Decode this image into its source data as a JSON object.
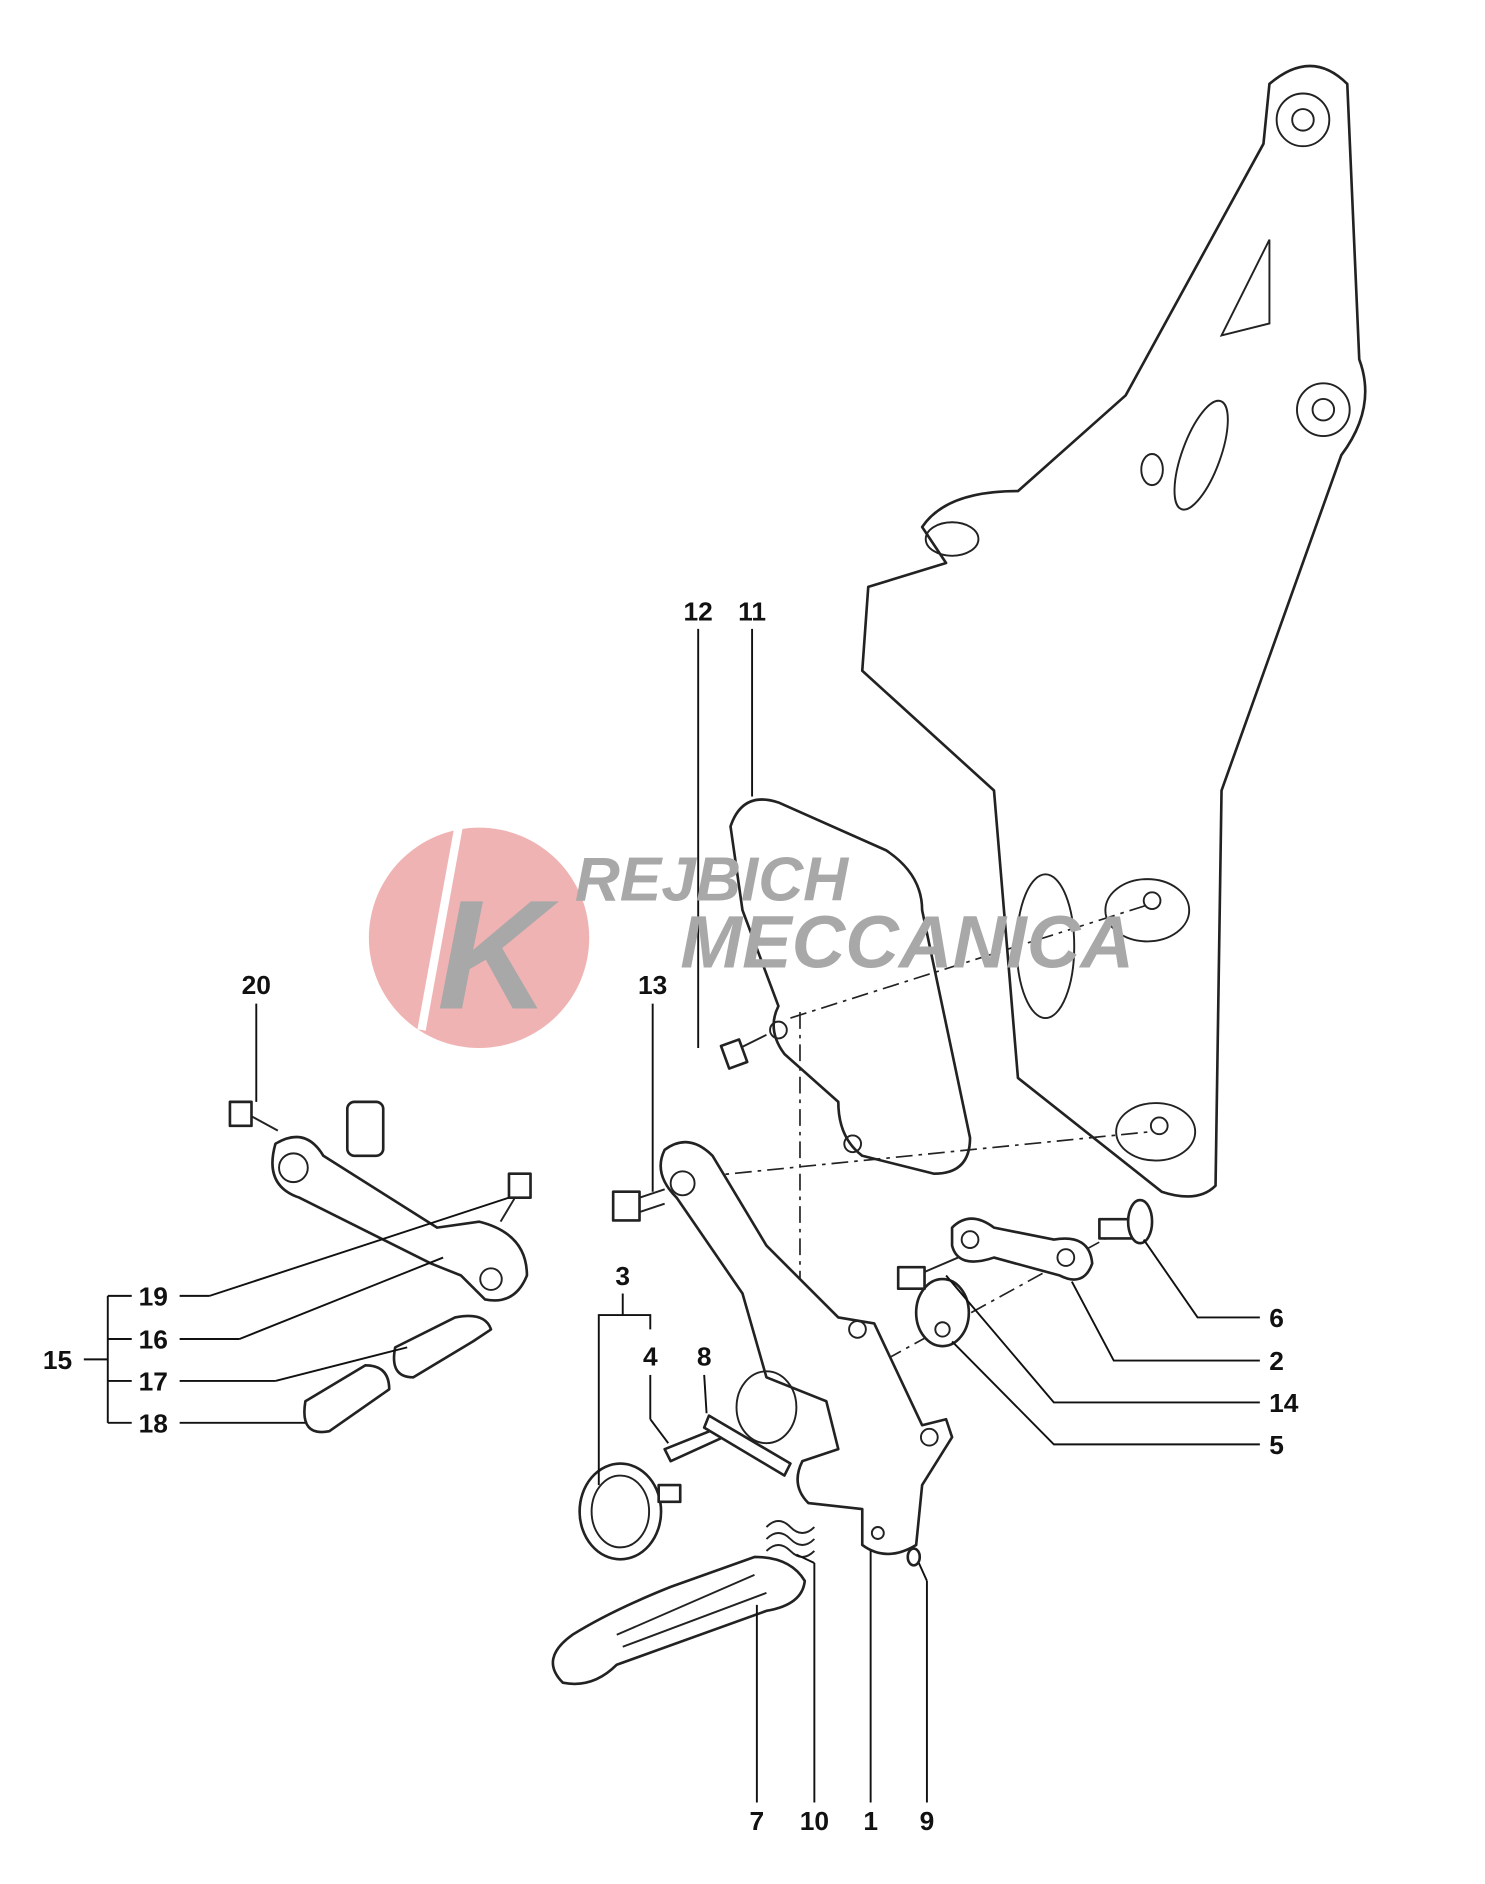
{
  "watermark": {
    "logo_letter": "K",
    "line1": "REJBICH",
    "line2": "MECCANICA",
    "circle_color": "#f0b3b3"
  },
  "labels": {
    "p1": "1",
    "p2": "2",
    "p3": "3",
    "p4": "4",
    "p5": "5",
    "p6": "6",
    "p7": "7",
    "p8": "8",
    "p9": "9",
    "p10": "10",
    "p11": "11",
    "p12": "12",
    "p13": "13",
    "p14": "14",
    "p15": "15",
    "p16": "16",
    "p17": "17",
    "p18": "18",
    "p19": "19",
    "p20": "20"
  }
}
